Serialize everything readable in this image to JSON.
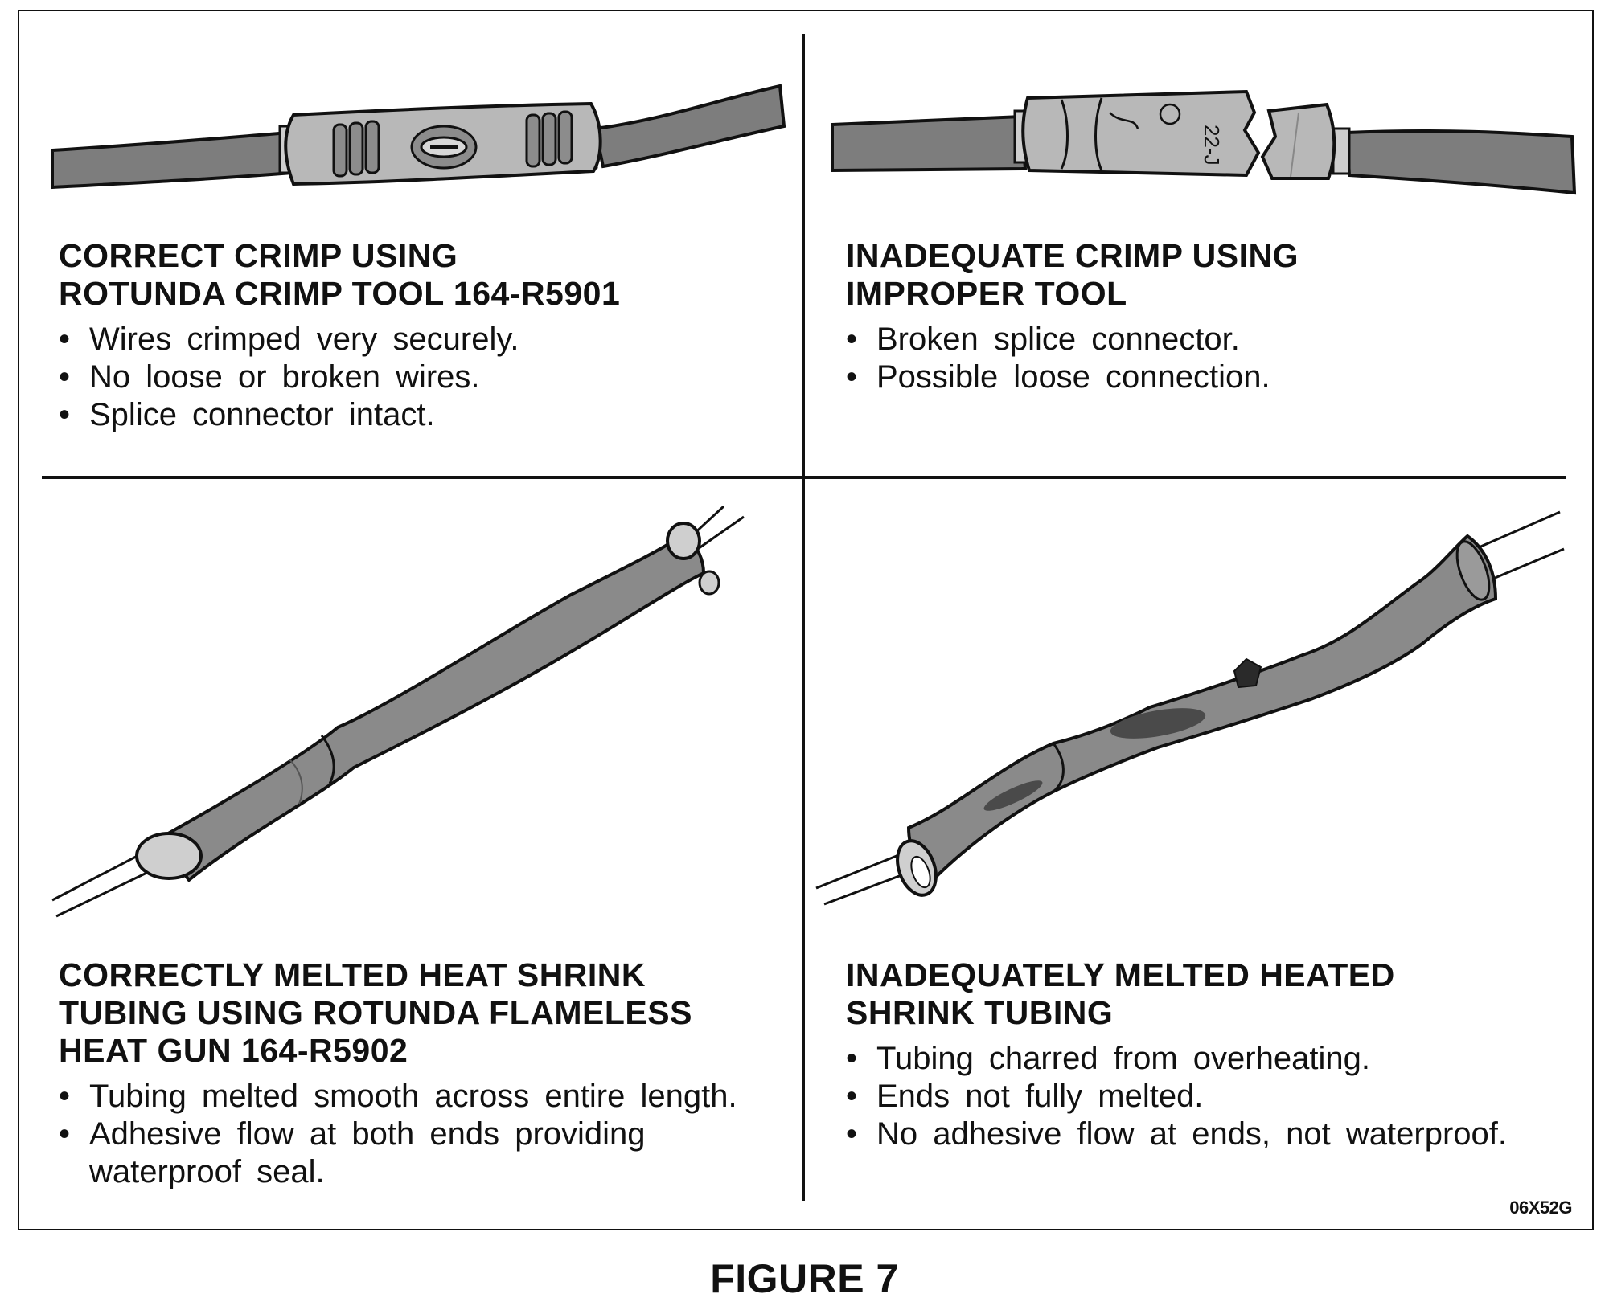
{
  "panels": [
    {
      "heading": [
        "CORRECT CRIMP USING",
        "ROTUNDA CRIMP TOOL 164-R5901"
      ],
      "bullets": [
        "Wires crimped very securely.",
        "No loose or broken wires.",
        "Splice connector intact."
      ]
    },
    {
      "heading": [
        "INADEQUATE CRIMP USING",
        "IMPROPER TOOL"
      ],
      "bullets": [
        "Broken splice connector.",
        "Possible loose connection."
      ],
      "connector_marking": "22-J"
    },
    {
      "heading": [
        "CORRECTLY MELTED HEAT SHRINK",
        "TUBING USING ROTUNDA FLAMELESS",
        "HEAT GUN 164-R5902"
      ],
      "bullets": [
        "Tubing melted smooth across entire length.",
        "Adhesive flow at both ends providing waterproof seal."
      ]
    },
    {
      "heading": [
        "INADEQUATELY MELTED HEATED",
        "SHRINK TUBING"
      ],
      "bullets": [
        "Tubing charred from overheating.",
        "Ends not fully melted.",
        "No adhesive flow at ends, not waterproof."
      ]
    }
  ],
  "figure_code": "06X52G",
  "caption": "FIGURE 7",
  "colors": {
    "wire": "#7d7d7d",
    "connector": "#b8b8b8",
    "tubing": "#8a8a8a",
    "outline": "#111111"
  }
}
